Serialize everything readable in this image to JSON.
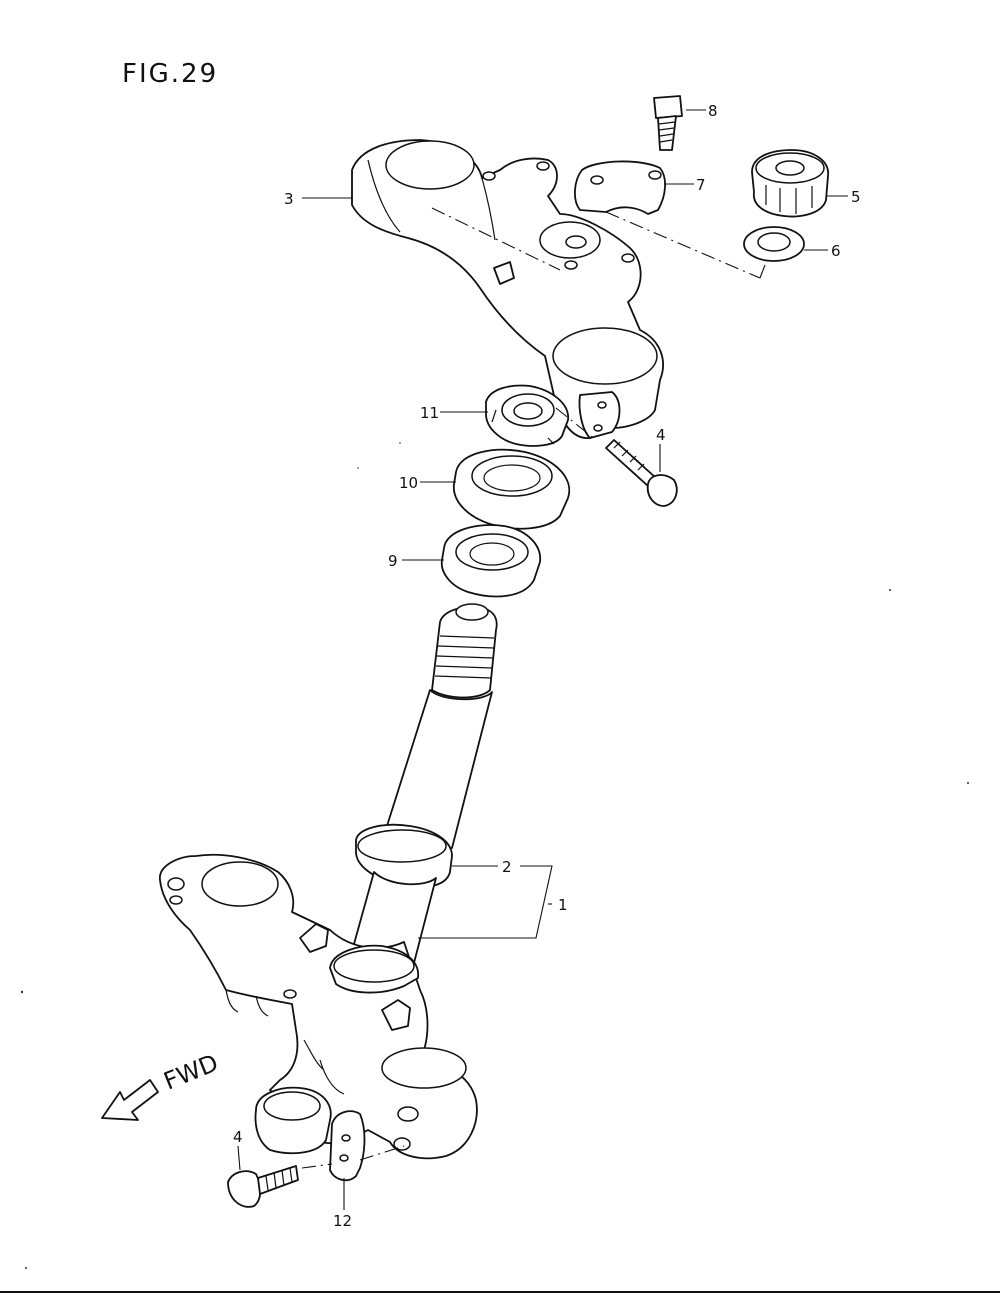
{
  "figure": {
    "title": "FIG.29",
    "fwd_label": "FWD"
  },
  "callouts": {
    "c1": "1",
    "c2": "2",
    "c3": "3",
    "c4_upper": "4",
    "c4_lower": "4",
    "c5": "5",
    "c6": "6",
    "c7": "7",
    "c8": "8",
    "c9": "9",
    "c10": "10",
    "c11": "11",
    "c12": "12"
  }
}
